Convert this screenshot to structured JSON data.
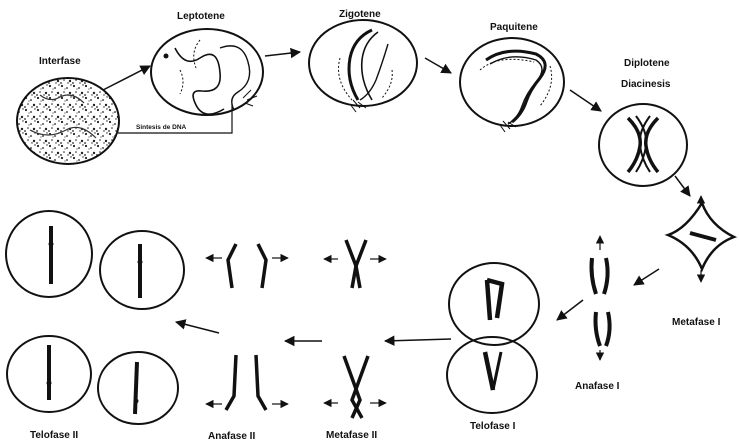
{
  "stages": {
    "interfase": "Interfase",
    "leptotene": "Leptotene",
    "zigotene": "Zigotene",
    "paquitene": "Paquitene",
    "diplotene": "Diplotene",
    "diacinesis": "Diacinesis",
    "metafase_1": "Metafase I",
    "anafase_1": "Anafase I",
    "telofase_1": "Telofase I",
    "metafase_2": "Metafase II",
    "anafase_2": "Anafase II",
    "telofase_2": "Telofase II"
  },
  "annotation": {
    "sintesis": "Sintesis de DNA"
  },
  "colors": {
    "ink": "#111111",
    "paper": "#ffffff"
  }
}
